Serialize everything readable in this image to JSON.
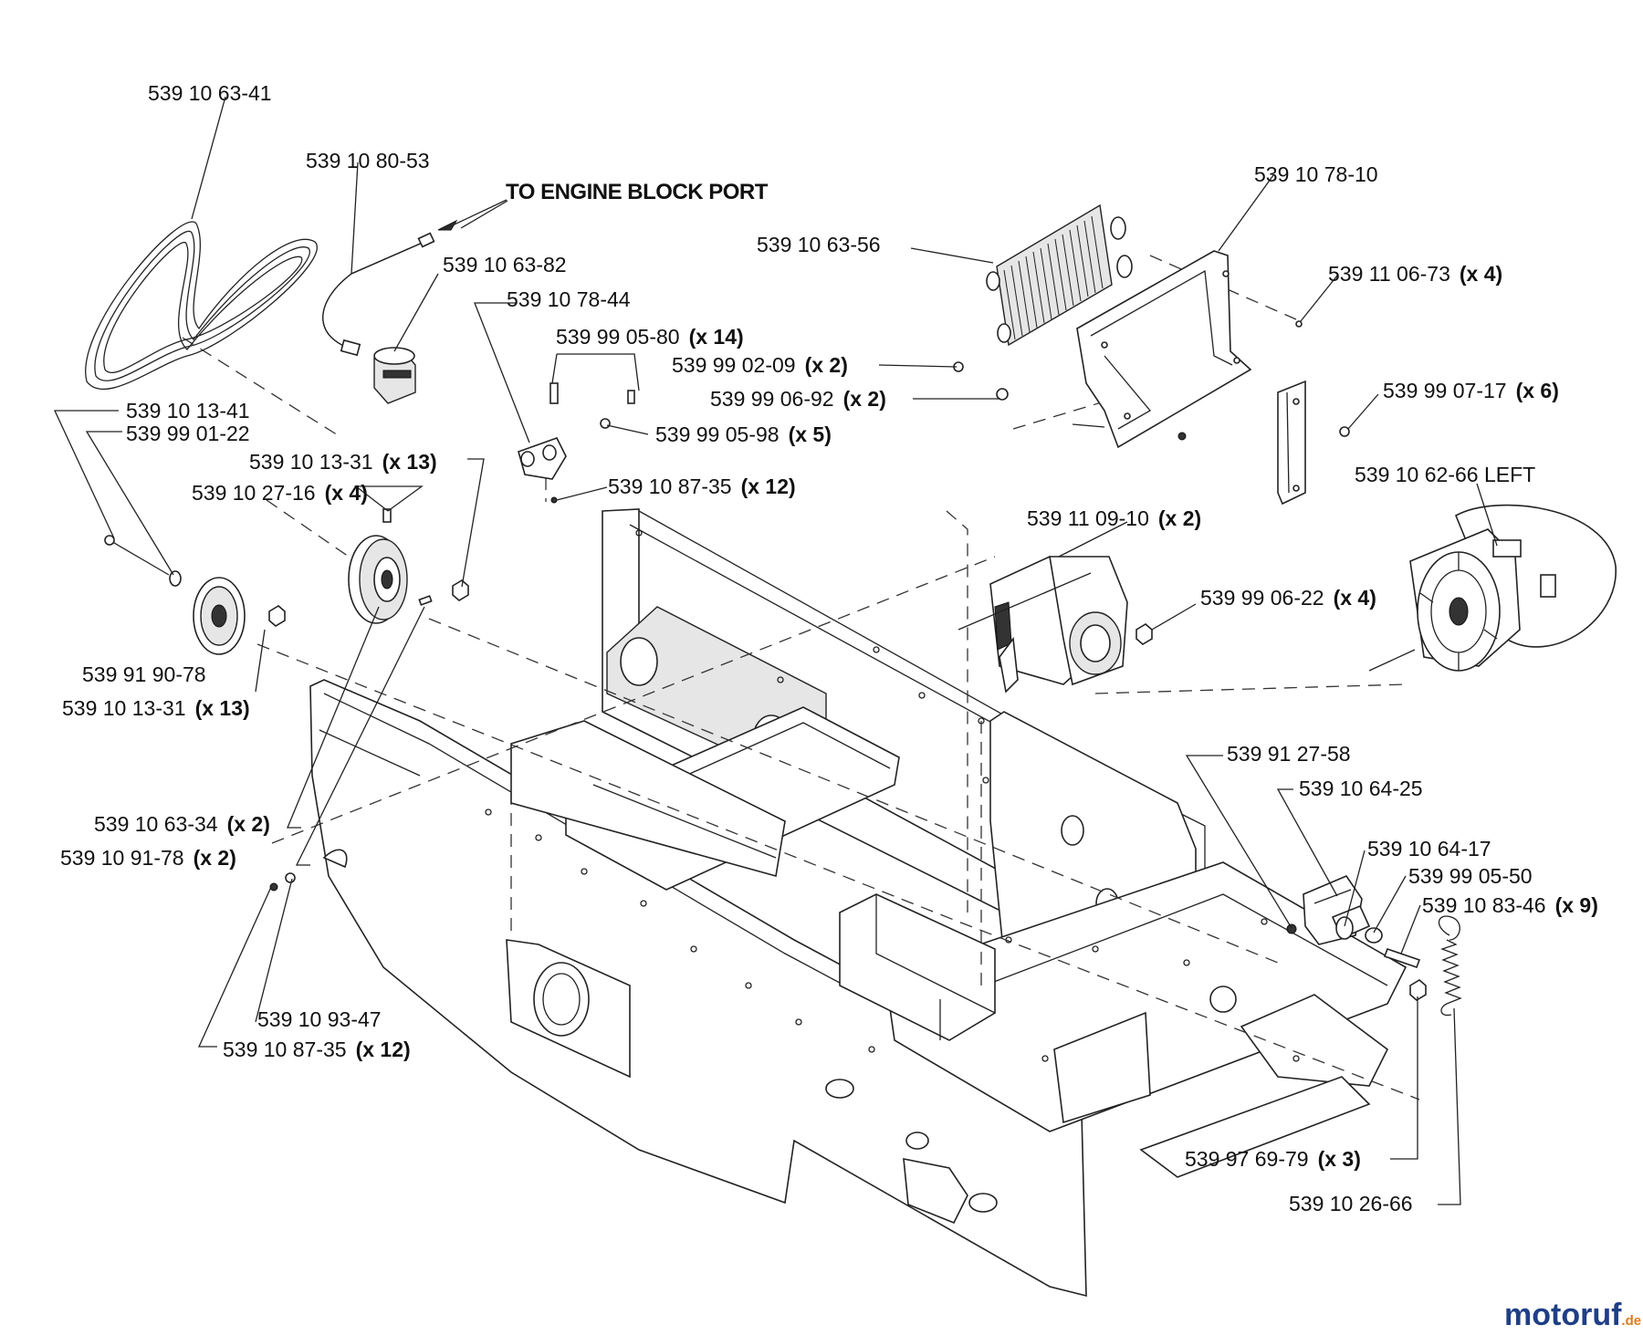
{
  "note": "TO ENGINE BLOCK PORT",
  "labels": [
    {
      "id": "l01",
      "part": "539 10 63-41",
      "qty": ""
    },
    {
      "id": "l02",
      "part": "539 10 80-53",
      "qty": ""
    },
    {
      "id": "l03",
      "part": "539 10 63-82",
      "qty": ""
    },
    {
      "id": "l04",
      "part": "539 10 78-44",
      "qty": ""
    },
    {
      "id": "l05",
      "part": "539 99 05-80",
      "qty": "(x 14)"
    },
    {
      "id": "l06",
      "part": "539 99 02-09",
      "qty": "(x 2)"
    },
    {
      "id": "l07",
      "part": "539 99 06-92",
      "qty": "(x 2)"
    },
    {
      "id": "l08",
      "part": "539 99 05-98",
      "qty": "(x 5)"
    },
    {
      "id": "l09",
      "part": "539 10 87-35",
      "qty": "(x 12)"
    },
    {
      "id": "l10",
      "part": "539 10 13-41",
      "qty": ""
    },
    {
      "id": "l11",
      "part": "539 99 01-22",
      "qty": ""
    },
    {
      "id": "l12",
      "part": "539 10 13-31",
      "qty": "(x 13)"
    },
    {
      "id": "l13",
      "part": "539 10 27-16",
      "qty": "(x 4)"
    },
    {
      "id": "l14",
      "part": "539 91 90-78",
      "qty": ""
    },
    {
      "id": "l15",
      "part": "539 10 13-31",
      "qty": "(x 13)"
    },
    {
      "id": "l16",
      "part": "539 10 63-34",
      "qty": "(x 2)"
    },
    {
      "id": "l17",
      "part": "539 10 91-78",
      "qty": "(x 2)"
    },
    {
      "id": "l18",
      "part": "539 10 93-47",
      "qty": ""
    },
    {
      "id": "l19",
      "part": "539 10 87-35",
      "qty": "(x 12)"
    },
    {
      "id": "l20",
      "part": "539 10 78-10",
      "qty": ""
    },
    {
      "id": "l21",
      "part": "539 10 63-56",
      "qty": ""
    },
    {
      "id": "l22",
      "part": "539 11 06-73",
      "qty": "(x 4)"
    },
    {
      "id": "l23",
      "part": "539 99 07-17",
      "qty": "(x 6)"
    },
    {
      "id": "l24",
      "part": "539 10 62-66 LEFT",
      "qty": ""
    },
    {
      "id": "l25",
      "part": "539 11 09-10",
      "qty": "(x 2)"
    },
    {
      "id": "l26",
      "part": "539 99 06-22",
      "qty": "(x 4)"
    },
    {
      "id": "l27",
      "part": "539 91 27-58",
      "qty": ""
    },
    {
      "id": "l28",
      "part": "539 10 64-25",
      "qty": ""
    },
    {
      "id": "l29",
      "part": "539 10 64-17",
      "qty": ""
    },
    {
      "id": "l30",
      "part": "539 99 05-50",
      "qty": ""
    },
    {
      "id": "l31",
      "part": "539 10 83-46",
      "qty": "(x 9)"
    },
    {
      "id": "l32",
      "part": "539 97 69-79",
      "qty": "(x 3)"
    },
    {
      "id": "l33",
      "part": "539 10 26-66",
      "qty": ""
    }
  ],
  "watermark": {
    "brand": "motoruf",
    "tld": ".de",
    "color_primary": "#1f3f86",
    "color_accent": "#e07a1a"
  }
}
